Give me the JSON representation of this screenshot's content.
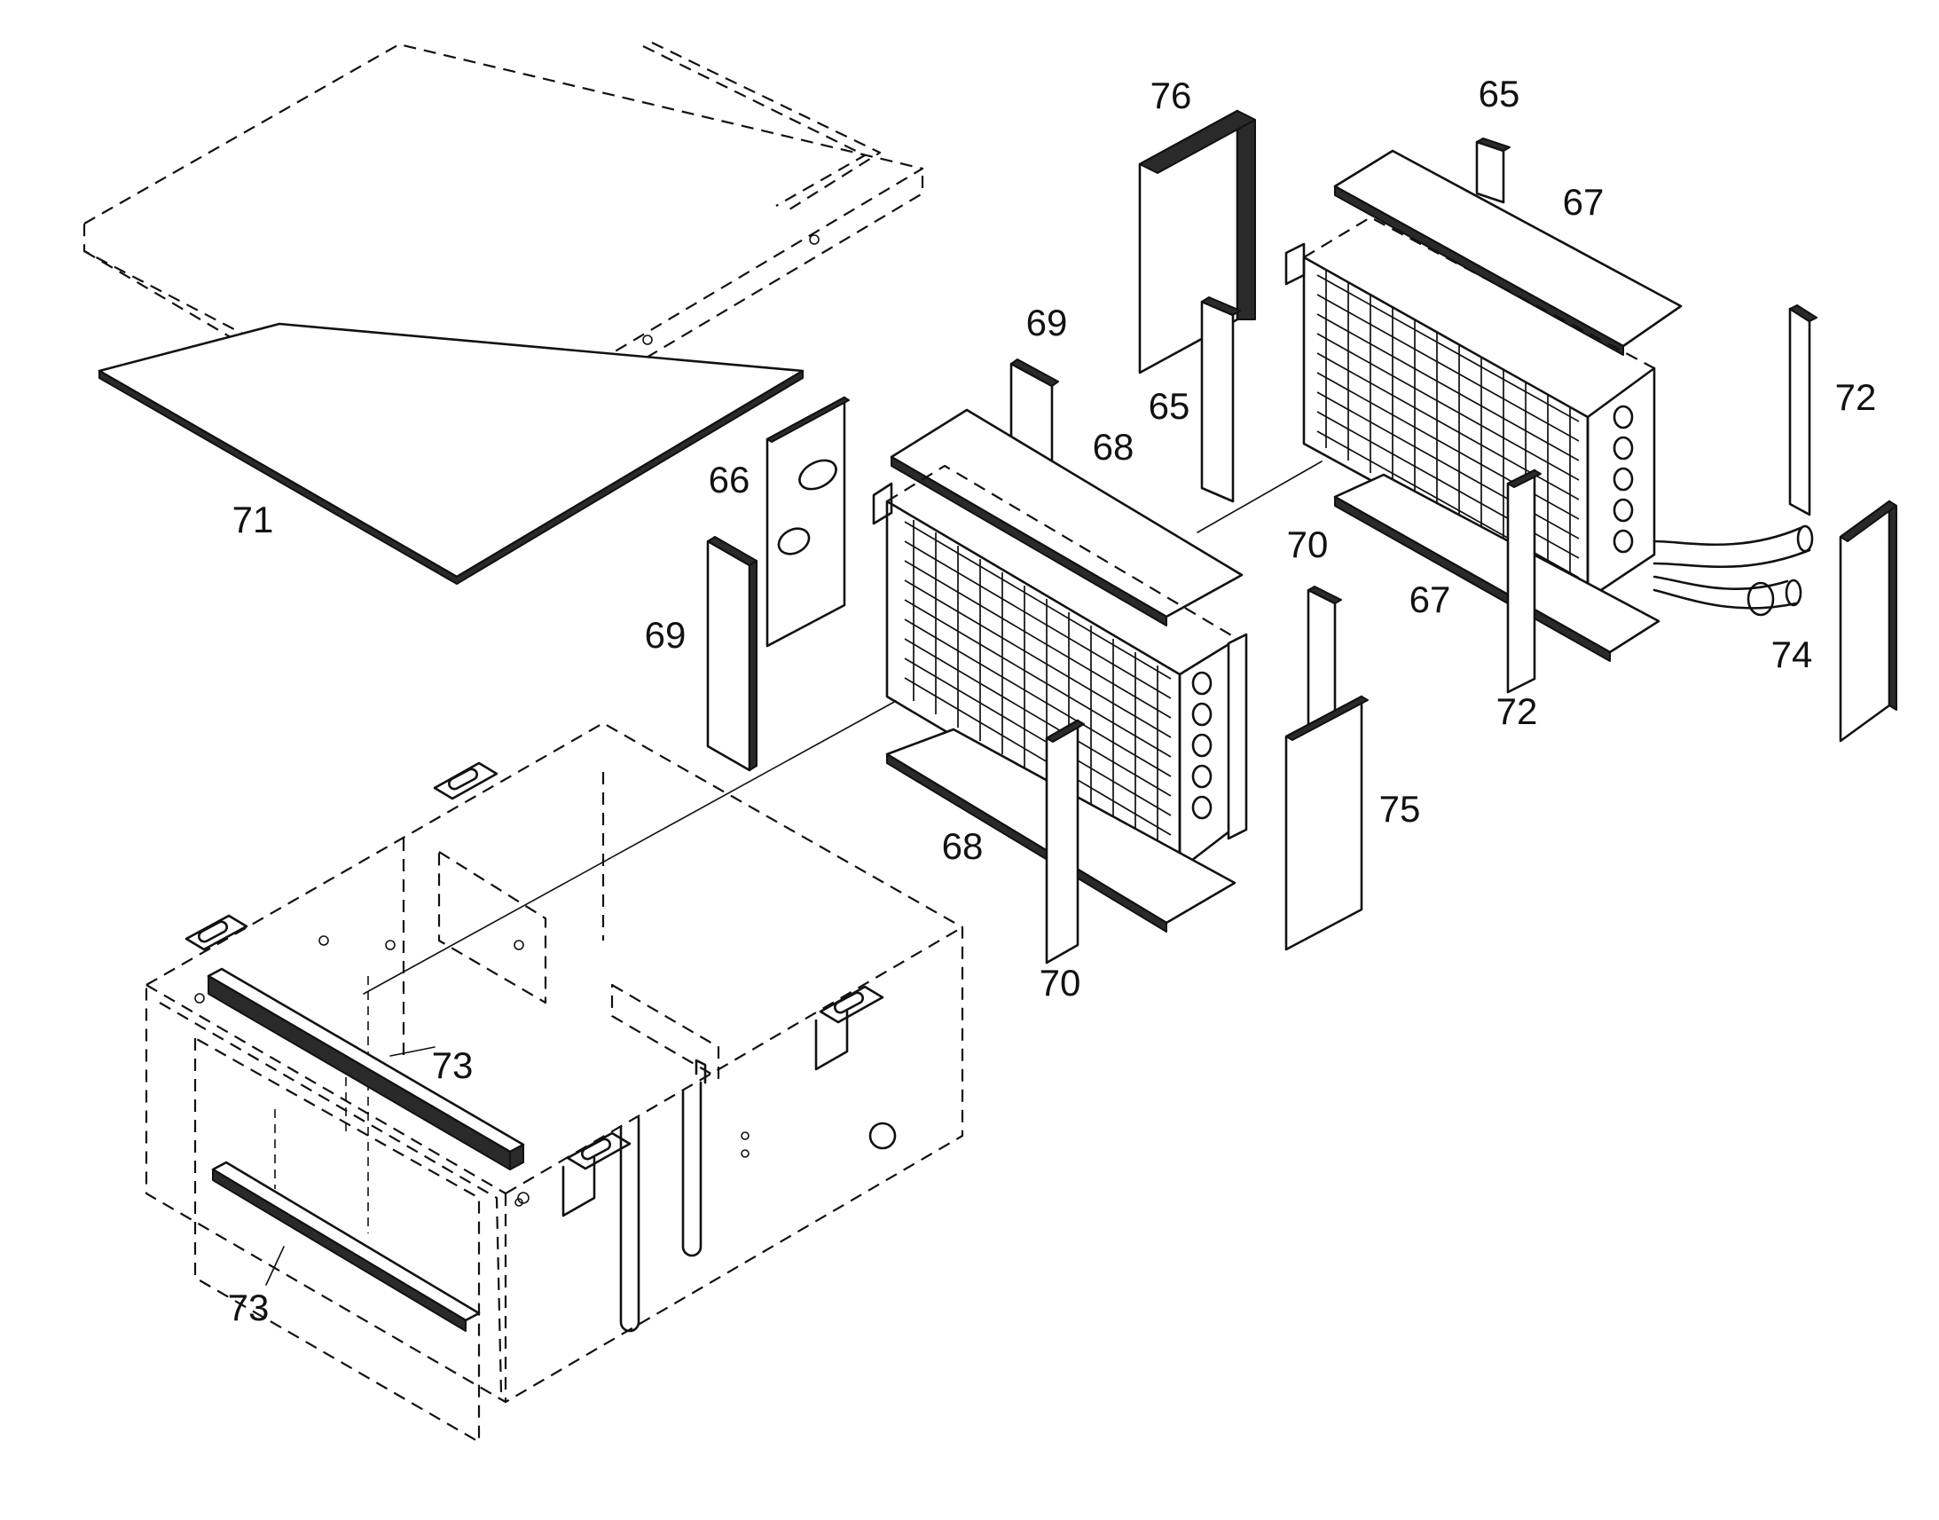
{
  "figure": {
    "reference_numerals": {
      "n65_top": "65",
      "n65_mid": "65",
      "n66": "66",
      "n67_top": "67",
      "n67_bottom": "67",
      "n68_top": "68",
      "n68_bottom": "68",
      "n69_top": "69",
      "n69_left": "69",
      "n70_mid": "70",
      "n70_bottom": "70",
      "n71": "71",
      "n72_right": "72",
      "n72_bottom": "72",
      "n73_mid": "73",
      "n73_bottom": "73",
      "n74": "74",
      "n75": "75",
      "n76": "76"
    }
  }
}
